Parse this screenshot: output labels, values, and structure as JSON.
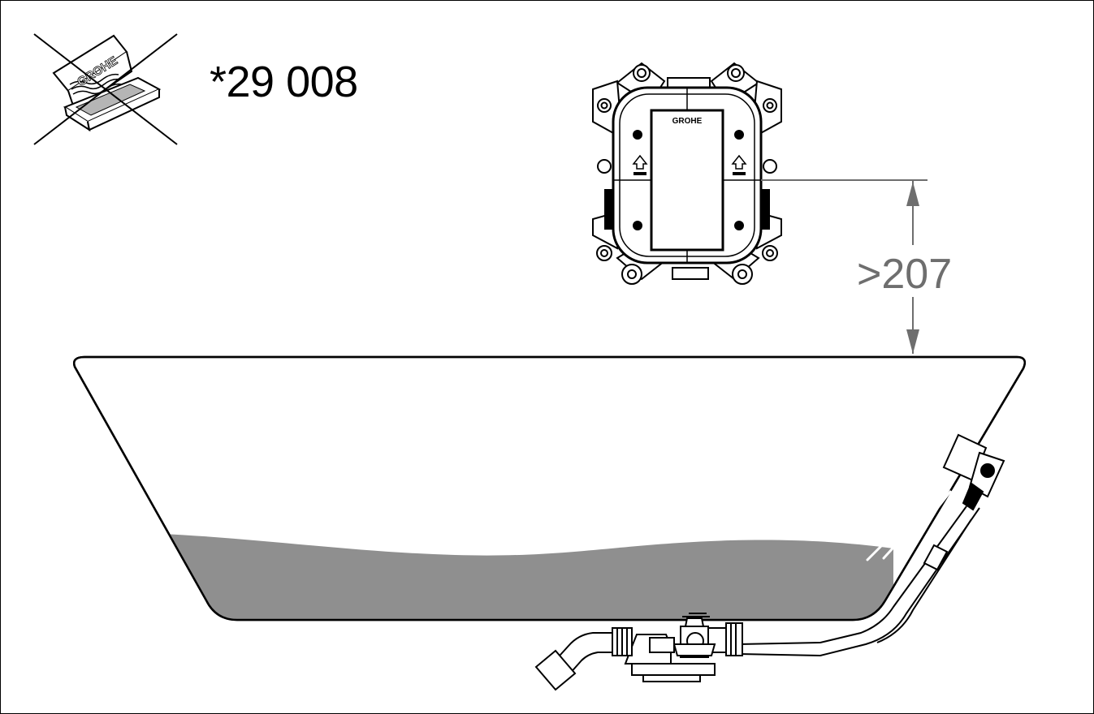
{
  "part_number": "*29 008",
  "dimension": ">207",
  "brand_logo_text": "GROHE",
  "body_logo_text": "GROHE",
  "colors": {
    "line": "#000000",
    "water": "#8f8f8f",
    "dimension": "#6e6e6e"
  },
  "icons": {
    "not_included": "crossed-out-package-icon",
    "arrow_left": "up-arrow-icon",
    "arrow_right": "up-arrow-icon"
  }
}
